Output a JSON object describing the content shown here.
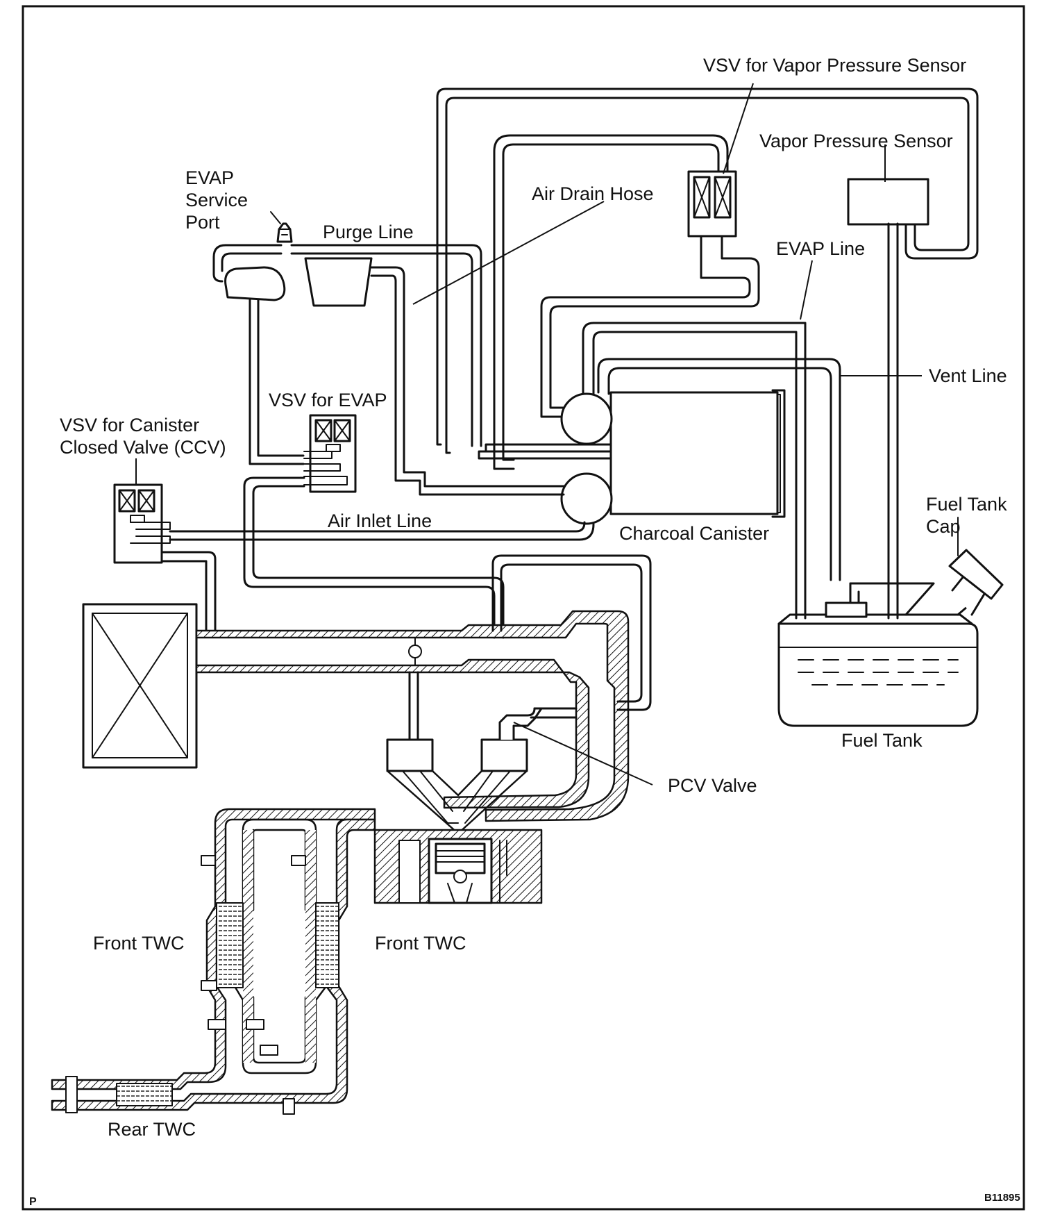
{
  "labels": {
    "vsv_vapor_pressure_sensor": "VSV for Vapor Pressure Sensor",
    "vapor_pressure_sensor": "Vapor Pressure Sensor",
    "evap_service_port_1": "EVAP",
    "evap_service_port_2": "Service",
    "evap_service_port_3": "Port",
    "purge_line": "Purge Line",
    "air_drain_hose": "Air Drain Hose",
    "evap_line": "EVAP Line",
    "vent_line": "Vent Line",
    "vsv_for_evap": "VSV for EVAP",
    "vsv_ccv_1": "VSV for Canister",
    "vsv_ccv_2": "Closed Valve (CCV)",
    "air_inlet_line": "Air Inlet Line",
    "charcoal_canister": "Charcoal Canister",
    "fuel_tank_cap_1": "Fuel Tank",
    "fuel_tank_cap_2": "Cap",
    "fuel_tank": "Fuel Tank",
    "pcv_valve": "PCV Valve",
    "front_twc_left": "Front TWC",
    "front_twc_right": "Front TWC",
    "rear_twc": "Rear TWC",
    "corner_letter": "P",
    "figure_code": "B11895"
  }
}
